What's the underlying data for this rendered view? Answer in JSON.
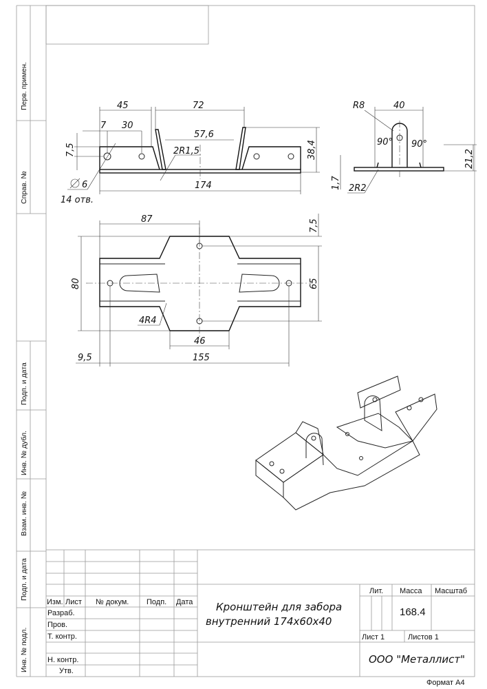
{
  "side_labels": [
    "Перв. примен.",
    "Справ. №",
    "Подп. и дата",
    "Инв. № дубл.",
    "Взам. инв. №",
    "Подп. и дата",
    "Инв. № подл."
  ],
  "front_view": {
    "dims": {
      "d45": "45",
      "d72": "72",
      "d7": "7",
      "d30": "30",
      "d57_6": "57,6",
      "d7_5": "7,5",
      "d2r1_5": "2R1,5",
      "d38_4": "38,4",
      "d174": "174",
      "d6": "6",
      "holes": "14  отв."
    }
  },
  "side_view": {
    "dims": {
      "r8": "R8",
      "d40": "40",
      "a90l": "90°",
      "a90r": "90°",
      "d21_2": "21,2",
      "d1_7": "1,7",
      "d2r2": "2R2"
    }
  },
  "plan_view": {
    "dims": {
      "d87": "87",
      "d7_5": "7,5",
      "d80": "80",
      "d65": "65",
      "r4": "4R4",
      "d46": "46",
      "d9_5": "9,5",
      "d155": "155"
    }
  },
  "title_block": {
    "headers": {
      "izm": "Изм.",
      "list": "Лист",
      "doc": "№ докум.",
      "podp": "Подп.",
      "data": "Дата"
    },
    "rows": [
      "Разраб.",
      "Пров.",
      "Т. контр.",
      "Н. контр.",
      "Утв."
    ],
    "title_line1": "Кронштейн для забора",
    "title_line2": "внутренний 174x60x40",
    "lit": "Лит.",
    "mass_label": "Масса",
    "scale_label": "Масштаб",
    "mass_value": "168.4",
    "sheet": "Лист 1",
    "sheets": "Листов 1",
    "company": "ООО \"Металлист\"",
    "format": "Формат А4"
  }
}
